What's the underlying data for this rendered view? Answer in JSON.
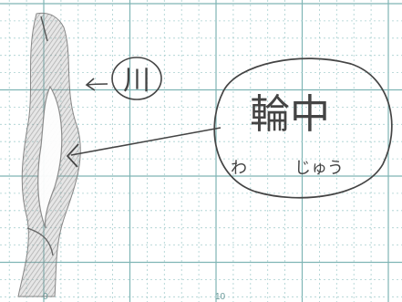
{
  "labels": {
    "river_kanji": "川",
    "main_kanji": "輪中",
    "reading_wa": "わ",
    "reading_juu": "じゅう"
  },
  "axis": {
    "tick_0": "0",
    "tick_10": "10"
  },
  "colors": {
    "paper": "#ffffff",
    "grid_solid": "#7fb5b5",
    "grid_dashed": "#a8cfcf",
    "pencil": "#555555",
    "shading": "#8a8a8a"
  }
}
